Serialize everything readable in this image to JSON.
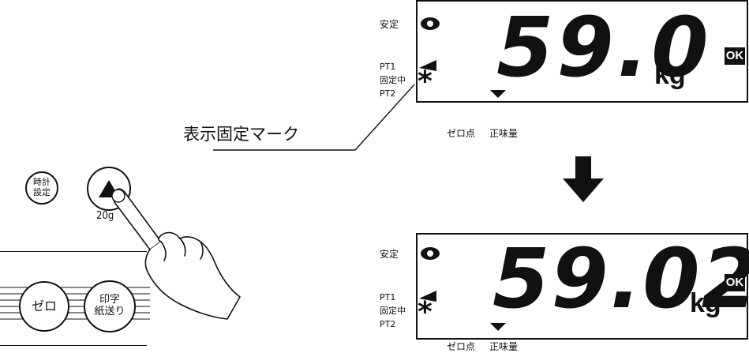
{
  "callout": {
    "label": "表示固定マーク"
  },
  "displays": [
    {
      "stable_label": "安定",
      "pt1_label": "PT1",
      "fixed_label": "固定中",
      "pt2_label": "PT2",
      "fixed_mark": "*",
      "reading": "59.0",
      "unit": "kg",
      "ok_label": "OK",
      "zero_label": "ゼロ点",
      "net_label": "正味量"
    },
    {
      "stable_label": "安定",
      "pt1_label": "PT1",
      "fixed_label": "固定中",
      "pt2_label": "PT2",
      "fixed_mark": "*",
      "reading": "59.02",
      "unit": "kg",
      "ok_label": "OK",
      "zero_label": "ゼロ点",
      "net_label": "正味量"
    }
  ],
  "arrow": {
    "icon": "down-arrow-icon"
  },
  "keypad": {
    "clock_button": "時計\n設定",
    "up_button_icon": "up-triangle-icon",
    "up_button_caption": "20g",
    "zero_button": "ゼロ",
    "print_button": "印字\n紙送り",
    "hand_icon": "pointing-hand-icon"
  }
}
